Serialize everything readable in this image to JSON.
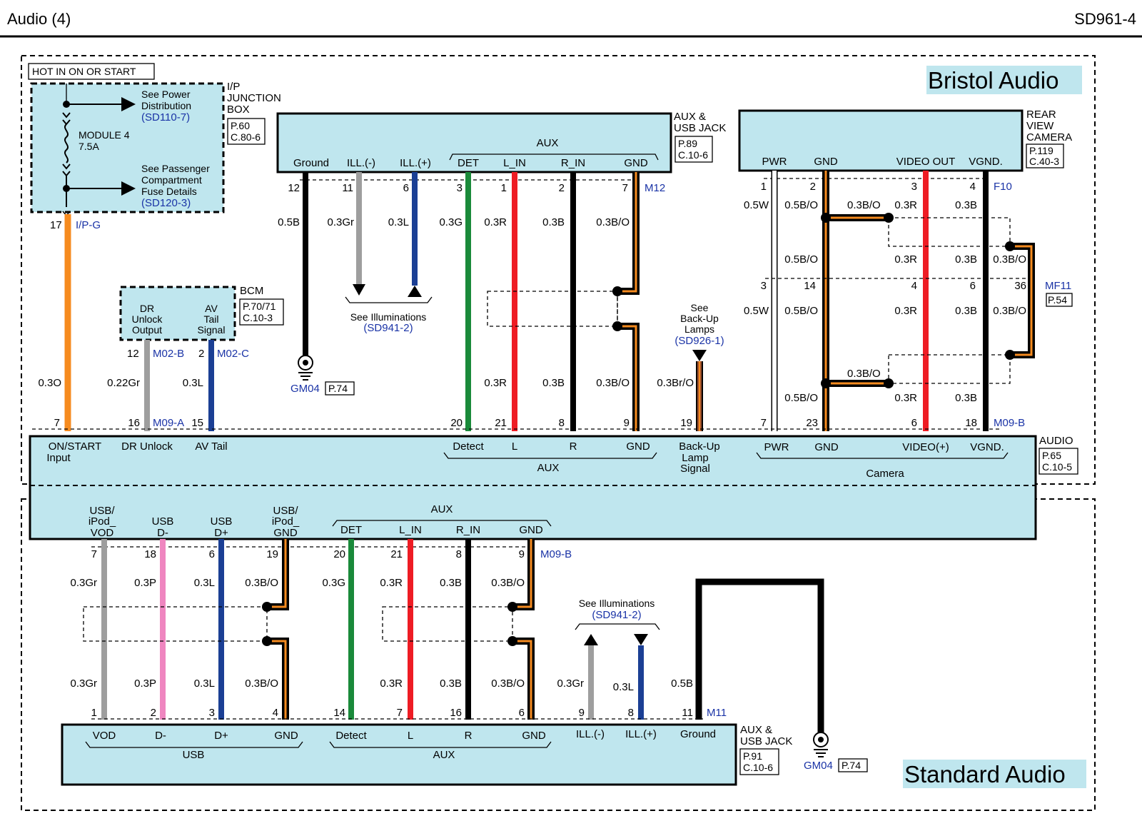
{
  "header": {
    "title": "Audio (4)",
    "code": "SD961-4"
  },
  "sections": {
    "bristol": "Bristol Audio",
    "standard": "Standard Audio"
  },
  "hot_label": "HOT IN ON OR START",
  "junction_box": {
    "name": [
      "I/P",
      "JUNCTION",
      "BOX"
    ],
    "ref": [
      "P.60",
      "C.80-6"
    ],
    "power_note": [
      "See Power",
      "Distribution",
      "(SD110-7)"
    ],
    "fuse": [
      "MODULE 4",
      "7.5A"
    ],
    "passenger_note": [
      "See Passenger",
      "Compartment",
      "Fuse Details",
      "(SD120-3)"
    ],
    "pin": "17",
    "connector": "I/P-G"
  },
  "bcm": {
    "name": "BCM",
    "ref": [
      "P.70/71",
      "C.10-3"
    ],
    "dr_unlock": [
      "DR",
      "Unlock",
      "Output"
    ],
    "av_tail": [
      "AV",
      "Tail",
      "Signal"
    ],
    "pin_dr": "12",
    "pin_av": "2",
    "conn_dr": "M02-B",
    "conn_av": "M02-C"
  },
  "aux_jack_top": {
    "name": [
      "AUX &",
      "USB JACK"
    ],
    "ref": [
      "P.89",
      "C.10-6"
    ],
    "aux": "AUX",
    "pins": [
      {
        "label": "Ground",
        "pin": "12",
        "wire": "0.5B"
      },
      {
        "label": "ILL.(-)",
        "pin": "11",
        "wire": "0.3Gr"
      },
      {
        "label": "ILL.(+)",
        "pin": "6",
        "wire": "0.3L"
      },
      {
        "label": "DET",
        "pin": "3",
        "wire": "0.3G"
      },
      {
        "label": "L_IN",
        "pin": "1",
        "wire": "0.3R"
      },
      {
        "label": "R_IN",
        "pin": "2",
        "wire": "0.3B"
      },
      {
        "label": "GND",
        "pin": "7",
        "wire": "0.3B/O"
      }
    ],
    "connector": "M12",
    "lower_wires": [
      "0.3R",
      "0.3B",
      "0.3B/O"
    ],
    "ground": "GM04",
    "ground_ref": "P.74",
    "illum_note": [
      "See Illuminations",
      "(SD941-2)"
    ]
  },
  "backup_note": [
    "See",
    "Back-Up",
    "Lamps",
    "(SD926-1)"
  ],
  "backup_wire": "0.3Br/O",
  "camera": {
    "name": [
      "REAR",
      "VIEW",
      "CAMERA"
    ],
    "ref": [
      "P.119",
      "C.40-3"
    ],
    "pins": [
      {
        "label": "PWR",
        "pin": "1",
        "wire": "0.5W"
      },
      {
        "label": "GND",
        "pin": "2",
        "wire": "0.5B/O"
      },
      {
        "label": "VIDEO OUT",
        "pin": "3",
        "wire": "0.3R"
      },
      {
        "label": "VGND.",
        "pin": "4",
        "wire": "0.3B"
      }
    ],
    "connector": "F10",
    "shield_wire": "0.3B/O",
    "mid_wires": [
      "0.5B/O",
      "0.3R",
      "0.3B",
      "0.3B/O"
    ],
    "mf_pins": [
      "3",
      "14",
      "4",
      "6",
      "36"
    ],
    "mf_conn": "MF11",
    "mf_ref": "P.54",
    "lower_wires": [
      "0.5W",
      "0.5B/O",
      "0.3R",
      "0.3B",
      "0.3B/O"
    ],
    "bottom_wires": [
      "0.3B/O",
      "0.5B/O",
      "0.3R",
      "0.3B"
    ]
  },
  "audio_top": {
    "pins": [
      {
        "pin": "7",
        "wire": "0.3O",
        "label": [
          "ON/START",
          "Input"
        ]
      },
      {
        "pin": "16",
        "wire": "0.22Gr",
        "label": [
          "DR Unlock"
        ]
      },
      {
        "pin": "15",
        "wire": "0.3L",
        "label": [
          "AV Tail"
        ]
      },
      {
        "pin": "20",
        "label": [
          "Detect"
        ]
      },
      {
        "pin": "21",
        "label": [
          "L"
        ]
      },
      {
        "pin": "8",
        "label": [
          "R"
        ]
      },
      {
        "pin": "9",
        "label": [
          "GND"
        ]
      },
      {
        "pin": "19",
        "label": [
          "Back-Up",
          "Lamp",
          "Signal"
        ]
      },
      {
        "pin": "7",
        "label": [
          "PWR"
        ]
      },
      {
        "pin": "23",
        "label": [
          "GND"
        ]
      },
      {
        "pin": "6",
        "label": [
          "VIDEO(+)"
        ]
      },
      {
        "pin": "18",
        "label": [
          "VGND."
        ]
      }
    ],
    "conn_a": "M09-A",
    "conn_b": "M09-B",
    "aux": "AUX",
    "camera": "Camera",
    "name": "AUDIO",
    "ref": [
      "P.65",
      "C.10-5"
    ]
  },
  "audio_bottom": {
    "labels": [
      [
        "USB/",
        "iPod_",
        "VOD"
      ],
      [
        "USB",
        "D-"
      ],
      [
        "USB",
        "D+"
      ],
      [
        "USB/",
        "iPod_",
        "GND"
      ],
      [
        "DET"
      ],
      [
        "L_IN"
      ],
      [
        "R_IN"
      ],
      [
        "GND"
      ]
    ],
    "aux": "AUX",
    "pins": [
      "7",
      "18",
      "6",
      "19",
      "20",
      "21",
      "8",
      "9"
    ],
    "conn": "M09-B",
    "upper_wires": [
      "0.3Gr",
      "0.3P",
      "0.3L",
      "0.3B/O",
      "0.3G",
      "0.3R",
      "0.3B",
      "0.3B/O"
    ],
    "lower_wires": [
      "0.3Gr",
      "0.3P",
      "0.3L",
      "0.3B/O",
      "0.3R",
      "0.3B",
      "0.3B/O"
    ]
  },
  "aux_jack_bottom": {
    "pins": [
      "1",
      "2",
      "3",
      "4",
      "14",
      "7",
      "16",
      "6",
      "9",
      "8",
      "11"
    ],
    "conn": "M11",
    "labels": [
      "VOD",
      "D-",
      "D+",
      "GND",
      "Detect",
      "L",
      "R",
      "GND",
      "ILL.(-)",
      "ILL.(+)",
      "Ground"
    ],
    "usb": "USB",
    "aux": "AUX",
    "ill_wires": [
      "0.3Gr",
      "0.3L",
      "0.5B"
    ],
    "illum_note": [
      "See Illuminations",
      "(SD941-2)"
    ],
    "name": [
      "AUX &",
      "USB JACK"
    ],
    "ref": [
      "P.91",
      "C.10-6"
    ],
    "ground": "GM04",
    "ground_ref": "P.74"
  },
  "colors": {
    "box_fill": "#bfe6ee",
    "orange": "#f68b1f",
    "gray": "#9e9e9e",
    "blue": "#1b3f94",
    "green": "#1a8a3a",
    "red": "#ee1c24",
    "black": "#000000",
    "pink": "#ef86c0",
    "brown": "#a0522d",
    "label_blue": "#1a33a6"
  }
}
